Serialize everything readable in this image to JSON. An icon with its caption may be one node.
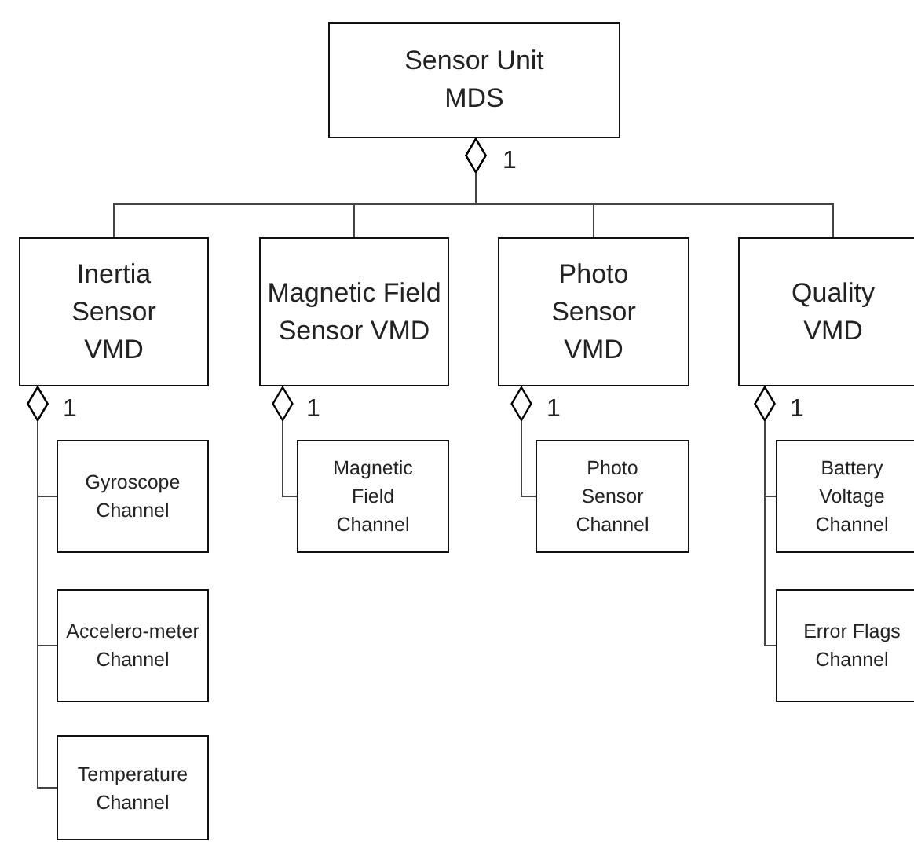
{
  "diagram": {
    "nodes": [
      {
        "text": [
          "Sensor Unit MDS"
        ]
      },
      {
        "text": [
          "Inertia Sensor VMD"
        ]
      },
      {
        "text": [
          "Magnetic Field Sensor VMD"
        ]
      },
      {
        "text": [
          "Photo Sensor VMD"
        ]
      },
      {
        "text": [
          "Quality VMD"
        ]
      },
      {
        "text": [
          "Gyroscope Channel"
        ]
      },
      {
        "text": [
          "Accelero-meter Channel"
        ]
      },
      {
        "text": [
          "Temperature Channel"
        ]
      },
      {
        "text": [
          "Magnetic Field Channel"
        ]
      },
      {
        "text": [
          "Photo Sensor Channel"
        ]
      },
      {
        "text": [
          "Battery Voltage Channel"
        ]
      },
      {
        "text": [
          "Error Flags Channel"
        ]
      }
    ],
    "edges": [
      {
        "from": 0,
        "to": 1,
        "arrow": "other"
      },
      {
        "from": 0,
        "to": 2,
        "arrow": "other"
      },
      {
        "from": 0,
        "to": 3,
        "arrow": "other"
      },
      {
        "from": 0,
        "to": 4,
        "arrow": "other"
      },
      {
        "from": 1,
        "to": 5,
        "arrow": "other"
      },
      {
        "from": 1,
        "to": 6,
        "arrow": "other"
      },
      {
        "from": 1,
        "to": 7,
        "arrow": "other"
      },
      {
        "from": 2,
        "to": 8,
        "arrow": "other"
      },
      {
        "from": 3,
        "to": 9,
        "arrow": "other"
      },
      {
        "from": 4,
        "to": 10,
        "arrow": "other"
      },
      {
        "from": 4,
        "to": 11,
        "arrow": "other"
      }
    ],
    "labels": [
      "1",
      "1",
      "1",
      "1",
      "1"
    ]
  }
}
